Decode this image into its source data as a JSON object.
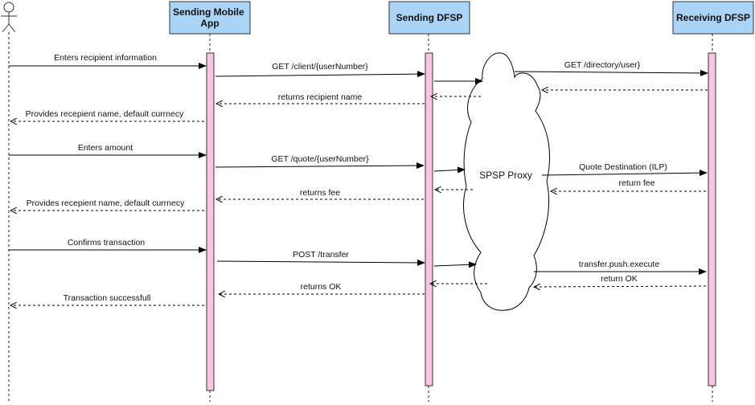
{
  "participants": {
    "sending_app": "Sending Mobile App",
    "sending_dfsp": "Sending DFSP",
    "receiving_dfsp": "Receiving DFSP"
  },
  "proxy_label": "SPSP Proxy",
  "messages": [
    "Enters recipient information",
    "GET /client/{userNumber}",
    "GET /directory/user}",
    "returns recipient name",
    "Provides recepient name, default currnecy",
    "Enters amount",
    "GET /quote/{userNumber}",
    "Quote Destination (ILP)",
    "return fee",
    "returns fee",
    "Provides recepient name, default currnecy",
    "Confirms transaction",
    "POST /transfer",
    "transfer.push.execute",
    "return OK",
    "returns OK",
    "Transaction successfull"
  ]
}
